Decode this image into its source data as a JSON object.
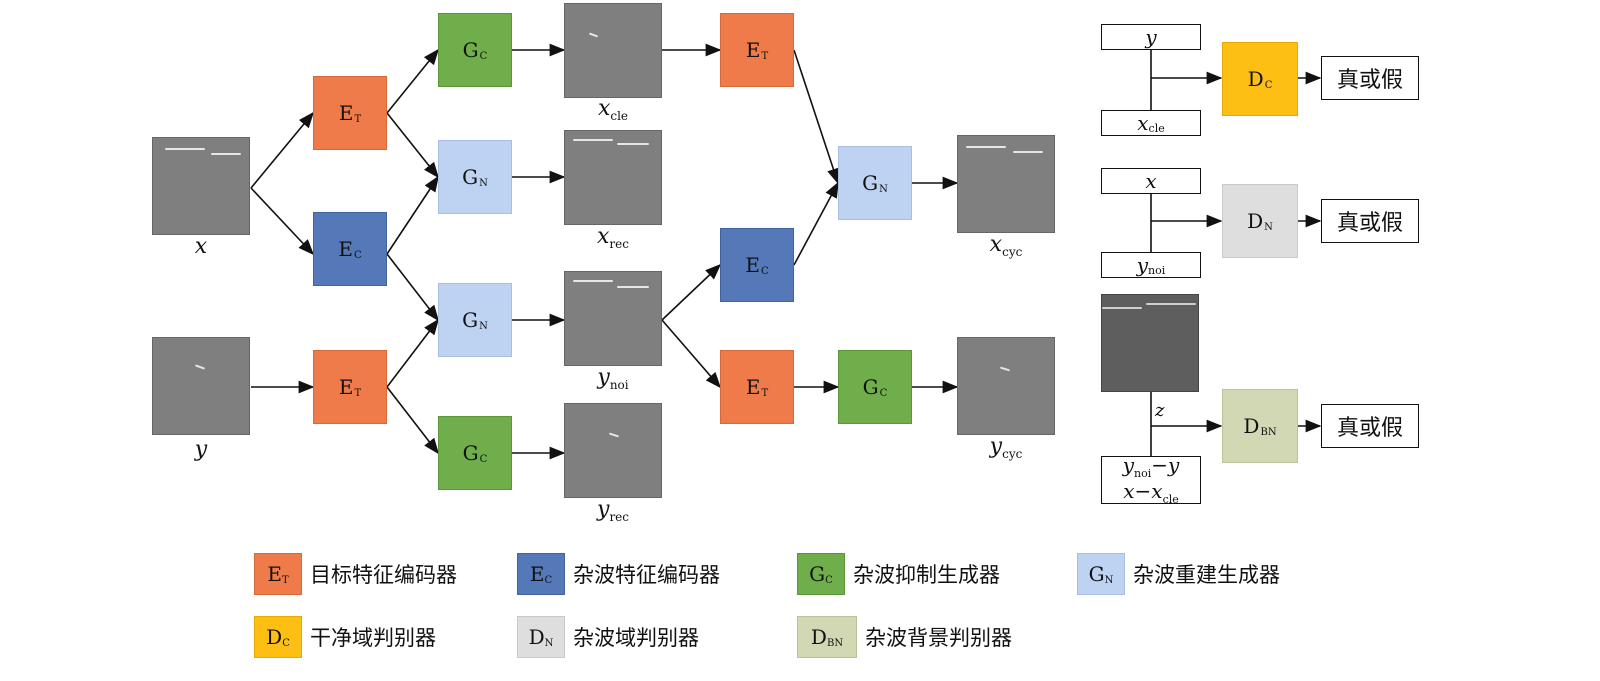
{
  "modules": {
    "ET": {
      "letter": "E",
      "sub": "T"
    },
    "EC": {
      "letter": "E",
      "sub": "C"
    },
    "GC": {
      "letter": "G",
      "sub": "C"
    },
    "GN": {
      "letter": "G",
      "sub": "N"
    },
    "DC": {
      "letter": "D",
      "sub": "C"
    },
    "DN": {
      "letter": "D",
      "sub": "N"
    },
    "DBN": {
      "letter": "D",
      "sub": "BN"
    }
  },
  "labels": {
    "x": {
      "main": "x",
      "sub": ""
    },
    "y": {
      "main": "y",
      "sub": ""
    },
    "x_cle": {
      "main": "x",
      "sub": "cle"
    },
    "x_rec": {
      "main": "x",
      "sub": "rec"
    },
    "y_noi": {
      "main": "y",
      "sub": "noi"
    },
    "y_rec": {
      "main": "y",
      "sub": "rec"
    },
    "x_cyc": {
      "main": "x",
      "sub": "cyc"
    },
    "y_cyc": {
      "main": "y",
      "sub": "cyc"
    }
  },
  "discriminators": {
    "dc_inputs": [
      {
        "main": "y",
        "sub": ""
      },
      {
        "main": "x",
        "sub": "cle"
      }
    ],
    "dn_inputs": [
      {
        "main": "x",
        "sub": ""
      },
      {
        "main": "y",
        "sub": "noi"
      }
    ],
    "dbn_z": "z",
    "dbn_input_line1": {
      "a": "y",
      "asub": "noi",
      "op": "−",
      "b": "y"
    },
    "dbn_input_line2": {
      "a": "x",
      "op": "−",
      "b": "x",
      "bsub": "cle"
    },
    "output_text": "真或假"
  },
  "legend": [
    {
      "letter": "E",
      "sub": "T",
      "text": "目标特征编码器",
      "color": "#ee7b49"
    },
    {
      "letter": "E",
      "sub": "C",
      "text": "杂波特征编码器",
      "color": "#5478b8"
    },
    {
      "letter": "G",
      "sub": "C",
      "text": "杂波抑制生成器",
      "color": "#6fae4a"
    },
    {
      "letter": "G",
      "sub": "N",
      "text": "杂波重建生成器",
      "color": "#bed3f2"
    },
    {
      "letter": "D",
      "sub": "C",
      "text": "干净域判别器",
      "color": "#fdbf14"
    },
    {
      "letter": "D",
      "sub": "N",
      "text": "杂波域判别器",
      "color": "#dedede"
    },
    {
      "letter": "D",
      "sub": "BN",
      "text": "杂波背景判别器",
      "color": "#d2d7b4"
    }
  ]
}
